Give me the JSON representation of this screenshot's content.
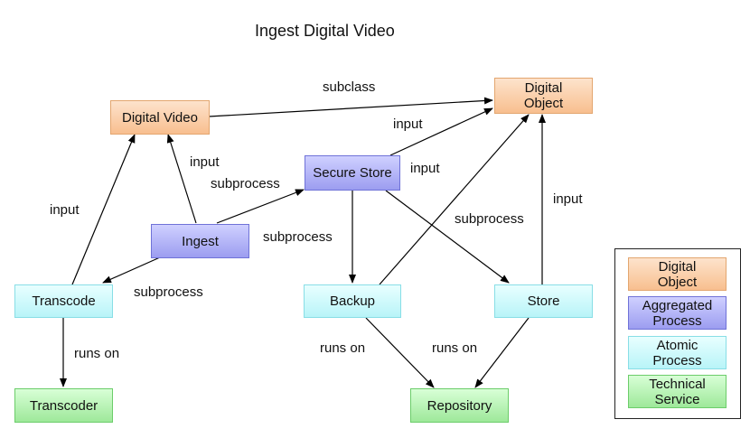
{
  "title": "Ingest Digital Video",
  "nodes": {
    "digital_video": "Digital Video",
    "digital_object": "Digital\nObject",
    "secure_store": "Secure Store",
    "ingest": "Ingest",
    "transcode": "Transcode",
    "backup": "Backup",
    "store": "Store",
    "transcoder": "Transcoder",
    "repository": "Repository"
  },
  "edge_labels": {
    "subclass": "subclass",
    "input_secure_object": "input",
    "input_backup": "input",
    "input_ingest_video": "input",
    "subprocess_ingest_transcode": "subprocess",
    "subprocess_ingest_secure": "subprocess",
    "subprocess_secure_store": "subprocess",
    "input_transcode": "input",
    "input_store": "input",
    "subprocess_ingest_transcode_lower": "subprocess",
    "runs_on_transcode": "runs on",
    "runs_on_backup": "runs on",
    "runs_on_store": "runs on"
  },
  "legend": [
    {
      "label": "Digital\nObject",
      "kind": "digital"
    },
    {
      "label": "Aggregated\nProcess",
      "kind": "aggregated"
    },
    {
      "label": "Atomic\nProcess",
      "kind": "atomic"
    },
    {
      "label": "Technical\nService",
      "kind": "technical"
    }
  ],
  "colors": {
    "digital": "#f8bf8f",
    "aggregated": "#9c9df0",
    "atomic": "#b8f4f8",
    "technical": "#9ee89a",
    "edge": "#000000"
  }
}
